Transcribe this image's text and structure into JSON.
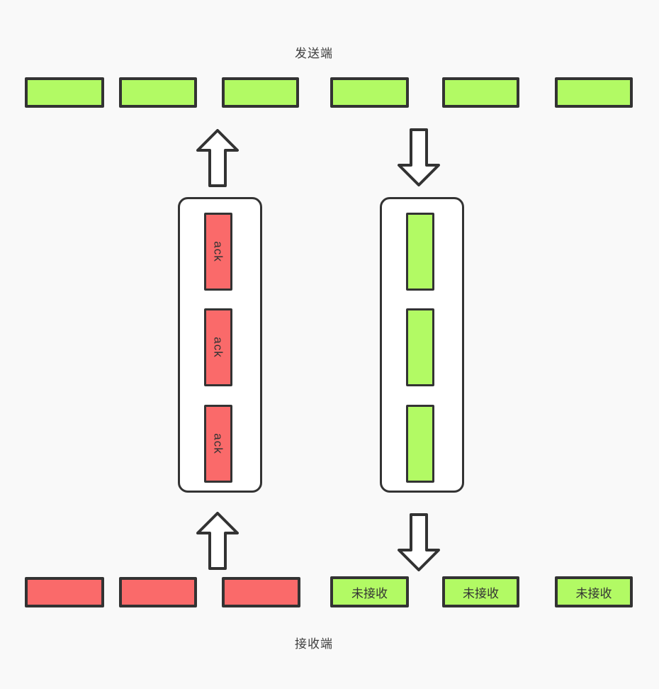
{
  "diagram": {
    "sender_label": "发送端",
    "receiver_label": "接收端",
    "ack_label": "ack",
    "not_received_label": "未接收",
    "sender_packet_count": 6,
    "ack_packet_count": 3,
    "data_packet_count": 3,
    "received_packet_count": 3,
    "not_received_packet_count": 3
  },
  "colors": {
    "packet_green": "#b2fa64",
    "packet_red": "#fa6a6a",
    "stroke": "#333333",
    "background": "#f9f9f9",
    "container_fill": "#ffffff",
    "text": "#3d3d3d"
  }
}
